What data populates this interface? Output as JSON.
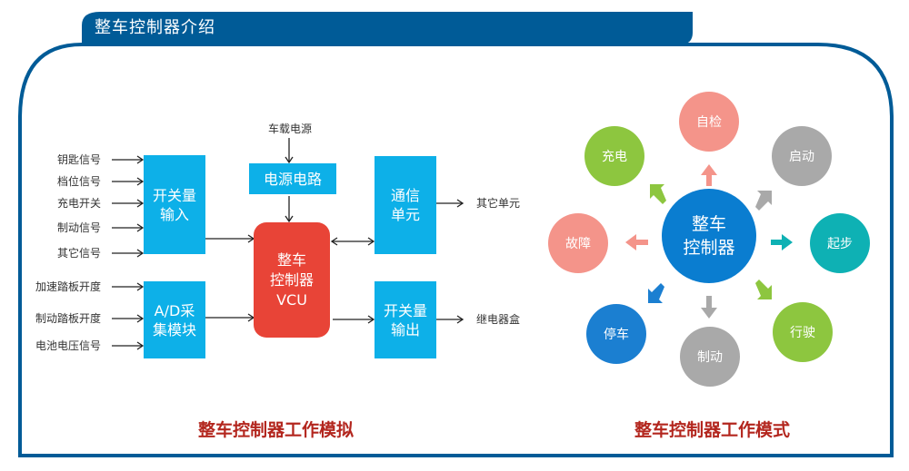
{
  "header": {
    "title": "整车控制器介绍"
  },
  "colors": {
    "frame": "#005b97",
    "block": "#0db0e8",
    "vcu": "#e84437",
    "caption": "#b3261e",
    "green": "#8dc63f",
    "pink": "#f4948a",
    "gray": "#a9a9a9",
    "teal": "#0eb1b4",
    "blue": "#1b7fd1",
    "center": "#0a7dd0"
  },
  "simulation": {
    "caption": "整车控制器工作模拟",
    "switch_inputs": [
      "钥匙信号",
      "档位信号",
      "充电开关",
      "制动信号",
      "其它信号"
    ],
    "analog_inputs": [
      "加速踏板开度",
      "制动踏板开度",
      "电池电压信号"
    ],
    "power_source": "车载电源",
    "blocks": {
      "switch_input": [
        "开关量",
        "输入"
      ],
      "ad_module": [
        "A/D采",
        "集模块"
      ],
      "power_circuit": "电源电路",
      "vcu": [
        "整车",
        "控制器",
        "VCU"
      ],
      "comm_unit": [
        "通信",
        "单元"
      ],
      "switch_output": [
        "开关量",
        "输出"
      ]
    },
    "outputs": {
      "comm_target": "其它单元",
      "switch_target": "继电器盒"
    }
  },
  "modes": {
    "caption": "整车控制器工作模式",
    "center": [
      "整车",
      "控制器"
    ],
    "items": [
      {
        "label": "自检",
        "color": "pink"
      },
      {
        "label": "启动",
        "color": "gray"
      },
      {
        "label": "起步",
        "color": "teal"
      },
      {
        "label": "行驶",
        "color": "green"
      },
      {
        "label": "制动",
        "color": "gray"
      },
      {
        "label": "停车",
        "color": "blue"
      },
      {
        "label": "故障",
        "color": "pink"
      },
      {
        "label": "充电",
        "color": "green"
      }
    ]
  }
}
